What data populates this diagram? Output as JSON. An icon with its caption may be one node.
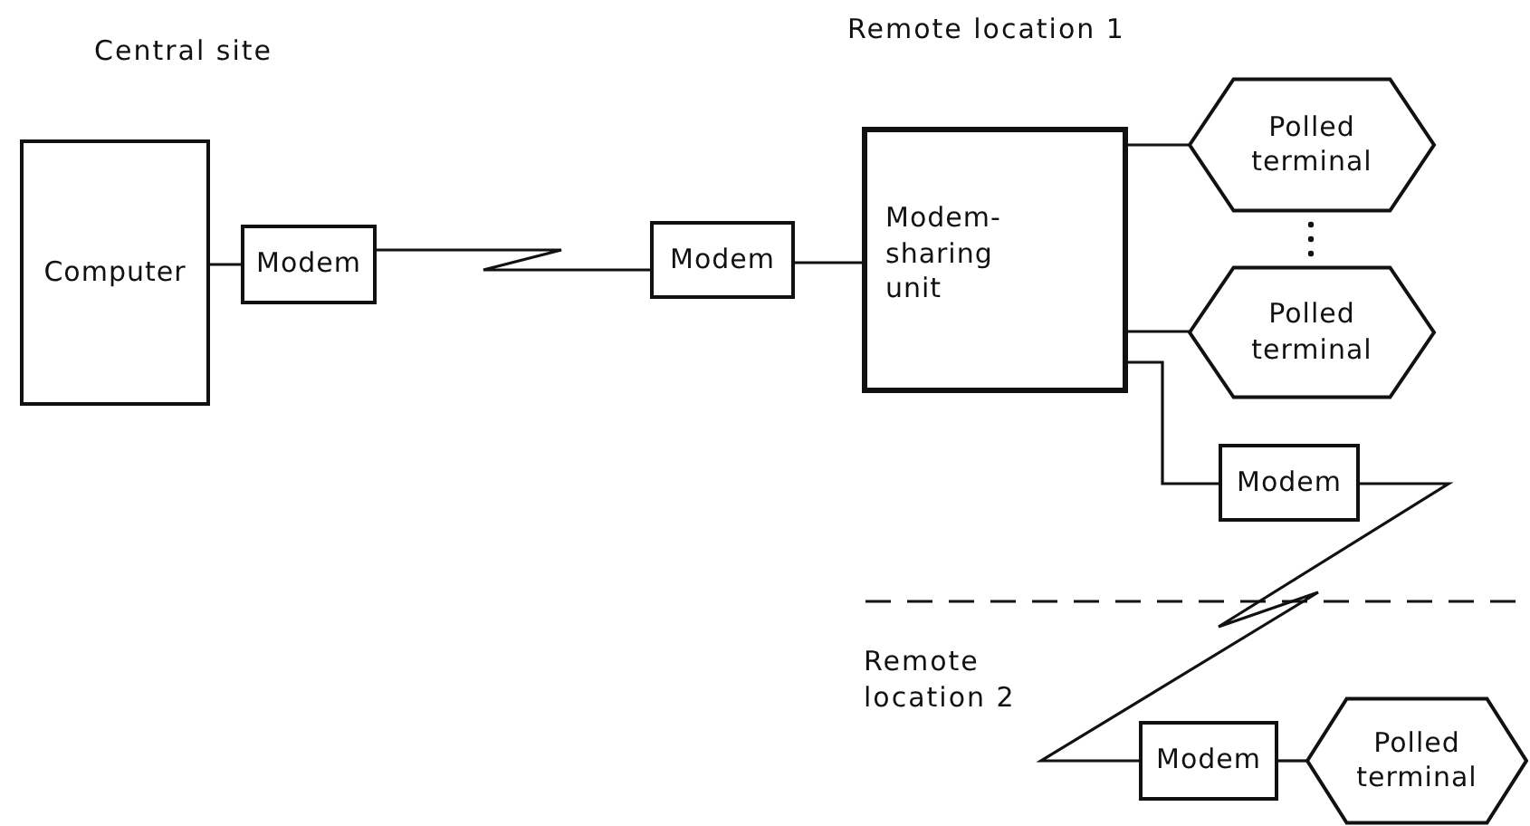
{
  "diagram": {
    "nodes": [
      {
        "text": [
          "Computer"
        ]
      },
      {
        "text": [
          "Modem"
        ]
      },
      {
        "text": [
          "Modem"
        ]
      },
      {
        "text": [
          "Modem-sharing unit"
        ]
      },
      {
        "text": [
          "Polled terminal"
        ]
      },
      {
        "text": [
          "Polled terminal"
        ]
      },
      {
        "text": [
          "Modem"
        ]
      },
      {
        "text": [
          "Modem"
        ]
      },
      {
        "text": [
          "Polled terminal"
        ]
      }
    ],
    "edges": [
      {
        "from": 0,
        "to": 1,
        "arrow": "none"
      },
      {
        "from": 1,
        "to": 2,
        "arrow": "none"
      },
      {
        "from": 2,
        "to": 3,
        "arrow": "none"
      },
      {
        "from": 3,
        "to": 4,
        "arrow": "none"
      },
      {
        "from": 3,
        "to": 5,
        "arrow": "none"
      },
      {
        "from": 3,
        "to": 6,
        "arrow": "none"
      },
      {
        "from": 6,
        "to": 7,
        "arrow": "none"
      },
      {
        "from": 7,
        "to": 8,
        "arrow": "none"
      }
    ],
    "labels": [
      "Central site",
      "Remote location 1",
      "Remote location 2"
    ]
  }
}
